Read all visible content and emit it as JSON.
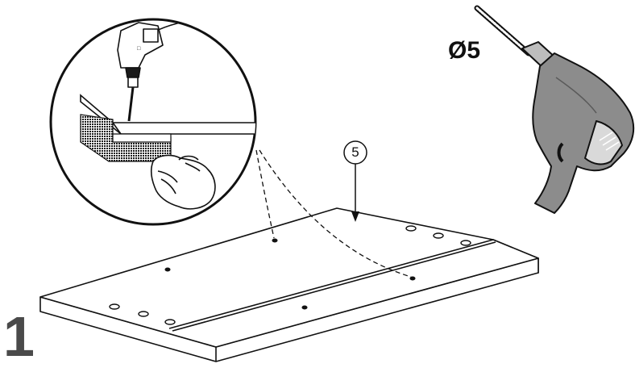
{
  "step": {
    "number": "1"
  },
  "tool": {
    "drill_bit_size": "Ø5",
    "icon": "power-drill-icon",
    "body_color": "#8c8c8c"
  },
  "callout": {
    "part_number": "5"
  },
  "detail": {
    "icons": [
      "drill-detail-icon",
      "hand-icon",
      "scrap-wood-block-icon"
    ]
  },
  "panel": {
    "fill": "#ffffff",
    "stroke": "#111111"
  }
}
